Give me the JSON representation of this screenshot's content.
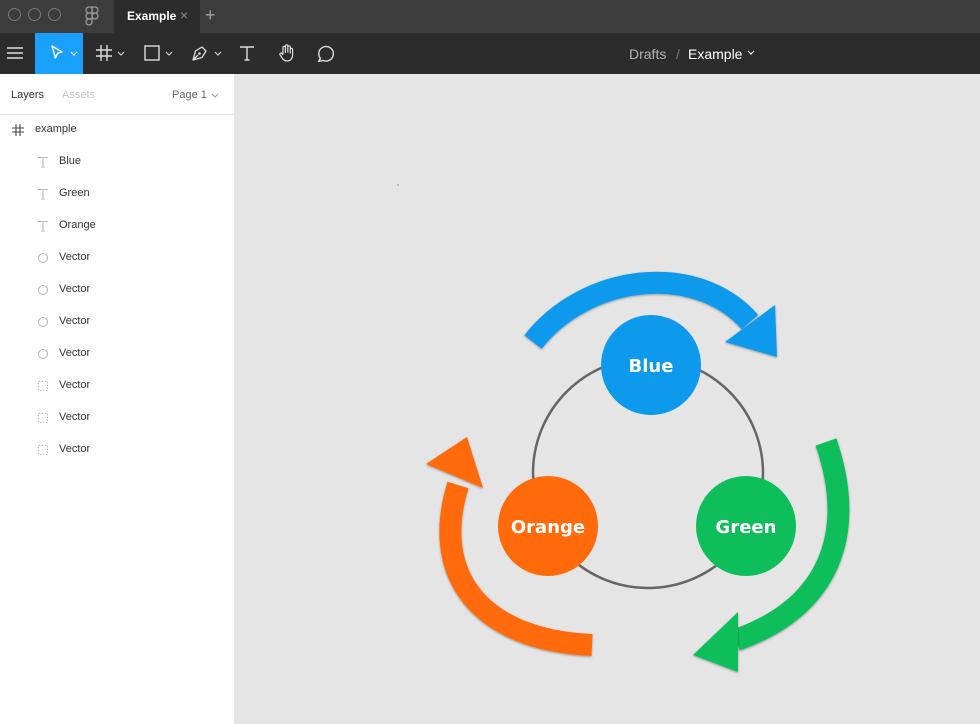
{
  "window": {
    "tab_title": "Example",
    "tab_close": "×",
    "tab_add": "+"
  },
  "toolbar": {
    "breadcrumb_parent": "Drafts",
    "breadcrumb_separator": "/",
    "breadcrumb_file": "Example",
    "tools": [
      "menu",
      "move",
      "frame",
      "rectangle",
      "pen",
      "text",
      "hand",
      "comment"
    ]
  },
  "sidebar": {
    "tab_layers": "Layers",
    "tab_assets": "Assets",
    "page_selector": "Page 1",
    "frame_name": "example",
    "layers": [
      {
        "name": "Blue",
        "icon": "text-icon"
      },
      {
        "name": "Green",
        "icon": "text-icon"
      },
      {
        "name": "Orange",
        "icon": "text-icon"
      },
      {
        "name": "Vector",
        "icon": "ellipse-icon"
      },
      {
        "name": "Vector",
        "icon": "ellipse-icon"
      },
      {
        "name": "Vector",
        "icon": "ellipse-icon"
      },
      {
        "name": "Vector",
        "icon": "ellipse-icon"
      },
      {
        "name": "Vector",
        "icon": "vector-icon"
      },
      {
        "name": "Vector",
        "icon": "vector-icon"
      },
      {
        "name": "Vector",
        "icon": "vector-icon"
      }
    ]
  },
  "diagram": {
    "nodes": [
      {
        "label": "Blue",
        "color": "#0d99ec"
      },
      {
        "label": "Green",
        "color": "#0ebe5a"
      },
      {
        "label": "Orange",
        "color": "#ff6a0a"
      }
    ],
    "ring_color": "#666666"
  },
  "colors": {
    "accent": "#18a0fb",
    "toolbar": "#2c2c2c",
    "titlebar": "#3c3c3c",
    "canvas": "#e5e5e5"
  }
}
